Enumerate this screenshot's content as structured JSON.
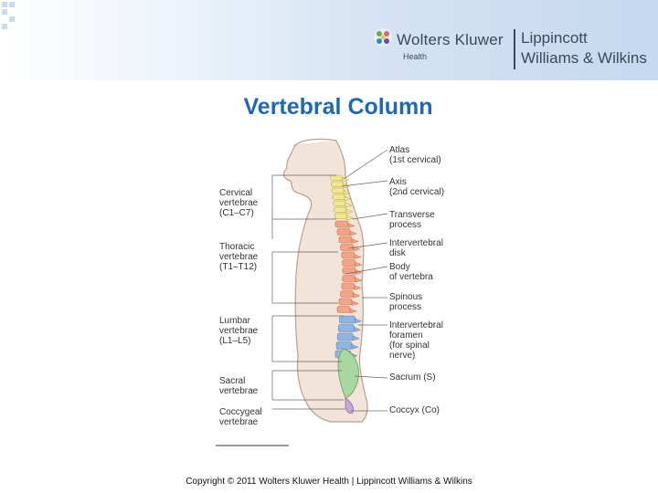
{
  "header": {
    "brand_name": "Wolters Kluwer",
    "brand_division": "Health",
    "publisher_line1": "Lippincott",
    "publisher_line2": "Williams & Wilkins"
  },
  "slide": {
    "title": "Vertebral Column"
  },
  "figure": {
    "left_labels": [
      "Cervical\nvertebrae\n(C1–C7)",
      "Thoracic\nvertebrae\n(T1–T12)",
      "Lumbar\nvertebrae\n(L1–L5)",
      "Sacral\nvertebrae",
      "Coccygeal\nvertebrae"
    ],
    "right_labels": [
      "Atlas\n(1st cervical)",
      "Axis\n(2nd cervical)",
      "Transverse\nprocess",
      "Intervertebral\ndisk",
      "Body\nof vertebra",
      "Spinous\nprocess",
      "Intervertebral\nforamen\n(for spinal\nnerve)",
      "Sacrum (S)",
      "Coccyx (Co)"
    ],
    "colors": {
      "cervical": "#f2ea8a",
      "thoracic": "#f4a484",
      "lumbar": "#8fb4e0",
      "sacral": "#a8d8a0",
      "coccygeal": "#c9a6d8"
    }
  },
  "footer": {
    "copyright": "Copyright © 2011 Wolters Kluwer Health | Lippincott Williams & Wilkins"
  }
}
